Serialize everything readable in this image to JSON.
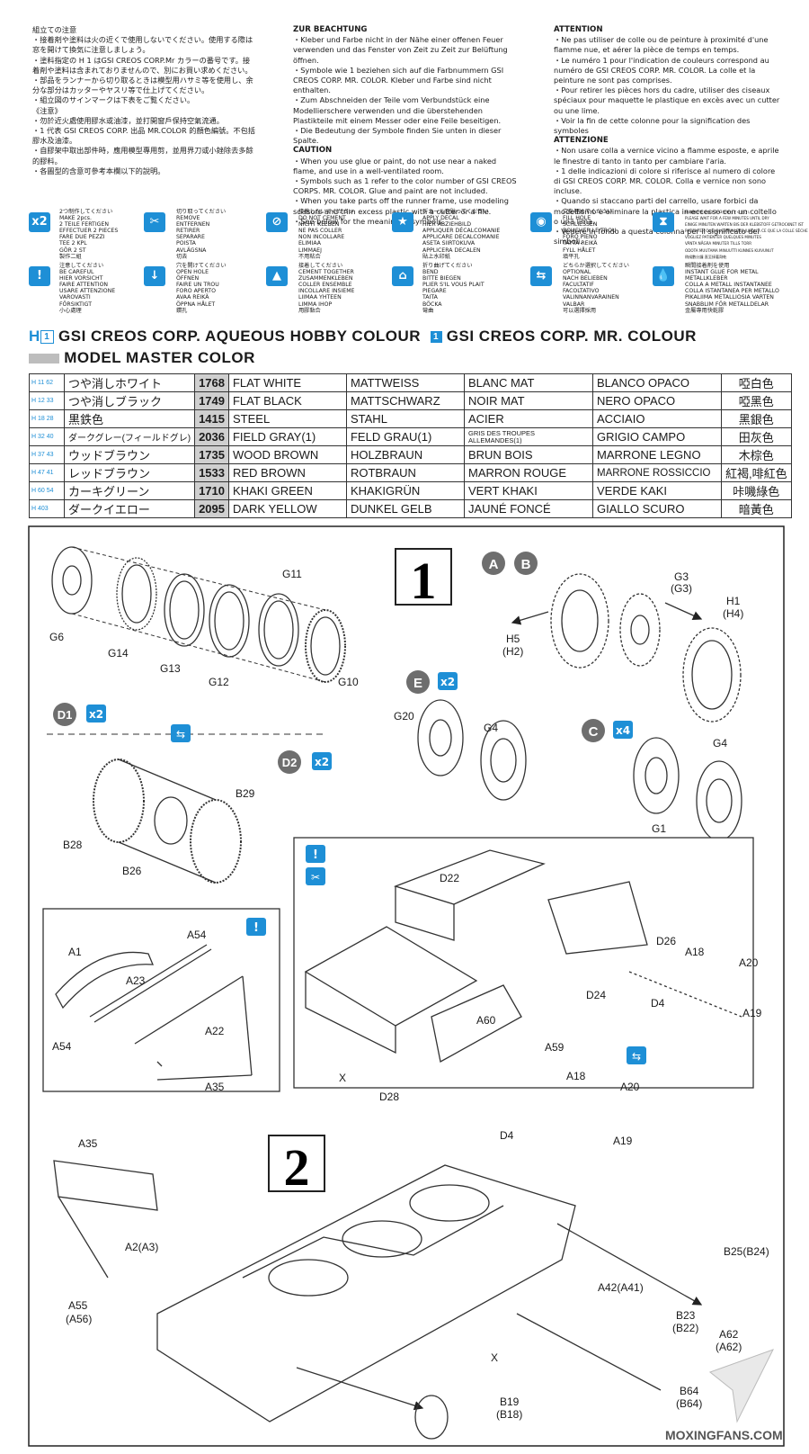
{
  "notes": {
    "ja": [
      "組立ての注意",
      "接着剤や塗料は火の近くで使用しないでください。使用する際は窓を開けて換気に注意しましょう。",
      "塗料指定の H 1 はGSI CREOS CORP.Mr カラーの番号です。接着剤や塗料は含まれておりませんので、別にお買い求めください。",
      "部品をランナーから切り取るときは模型用ハサミ等を使用し、余分な部分はカッターやヤスリ等で仕上げてください。",
      "組立図のサインマークは下表をご覧ください。"
    ],
    "zh": [
      "《注意》",
      "勿於近火處使用膠水或油漆，並打開窗戶保持空氣流通。",
      "1 代表 GSI CREOS CORP. 出品 MR.COLOR 的顏色編號。不包括膠水及油漆。",
      "自膠架中取出部件時，應用模型專用剪，並用界刀或小銼除去多餘的膠料。",
      "各圖型的含意可參考本欄以下的說明。"
    ],
    "de_title": "ZUR BEACHTUNG",
    "de": [
      "Kleber und Farbe nicht in der Nähe einer offenen Feuer verwenden und das Fenster von Zeit zu Zeit zur Belüftung öffnen.",
      "Symbole wie 1 beziehen sich auf die Farbnummern GSI CREOS CORP. MR. COLOR. Kleber und Farbe sind nicht enthalten.",
      "Zum Abschneiden der Teile vom Verbundstück eine Modellierschere verwenden und die überstehenden Plastikteile mit einem Messer oder eine Feile beseitigen.",
      "Die Bedeutung der Symbole finden Sie unten in dieser Spalte."
    ],
    "en_title": "CAUTION",
    "en": [
      "When you use glue or paint, do not use near a naked flame, and use in a well-ventilated room.",
      "Symbols such as 1 refer to the color number of GSI CREOS CORPS. MR. COLOR. Glue and paint are not included.",
      "When you take parts off the runner frame, use modeling scissors and trim excess plastic with a cutter or a file.",
      "See below for the meaning of symbols."
    ],
    "fr_title": "ATTENTION",
    "fr": [
      "Ne pas utiliser de colle ou de peinture à proximité d'une flamme nue, et aérer la pièce de temps en temps.",
      "Le numéro 1 pour l'indication de couleurs correspond au numéro de GSI CREOS CORP. MR. COLOR. La colle et la peinture ne sont pas comprises.",
      "Pour retirer les pièces hors du cadre, utiliser des ciseaux spéciaux pour maquette le plastique en excès avec un cutter ou une lime.",
      "Voir la fin de cette colonne pour la signification des symboles"
    ],
    "it_title": "ATTENZIONE",
    "it": [
      "Non usare colla a vernice vicino a flamme esposte, e aprile le finestre di tanto in tanto per cambiare l'aria.",
      "1 delle indicazioni di colore si riferisce al numero di colore di GSI CREOS CORP. MR. COLOR. Colla e vernice non sono incluse.",
      "Quando si staccano parti del carrello, usare forbici da modellismo e eliminare la plastica in eccesso con un coltello o una lima.",
      "Vedere in fondo a questa colonna per il significato dei simboli."
    ]
  },
  "symbols": [
    {
      "icon": "x2-icon",
      "glyph": "x2",
      "text": "2つ制作してください\nMAKE 2pcs.\n2 TEILE FERTIGEN\nEFFECTUER 2 PIECES\nFARE DUE PEZZI\nTEE 2 KPL\nGÖR 2 ST\n製作二組"
    },
    {
      "icon": "cut-off-icon",
      "glyph": "✂",
      "text": "切り取ってください\nREMOVE\nENTFERNEN\nRETIRER\nSEPARARE\nPOISTA\nAVLÄGSNA\n切去"
    },
    {
      "icon": "no-glue-icon",
      "glyph": "⊘",
      "text": "接着しないでください\nDO NOT CEMENT\nNICHT KLEBEN\nNE PAS COLLER\nNON INCOLLARE\nELIMIAA\nLIMMAEJ\n不用粘合"
    },
    {
      "icon": "decal-icon",
      "glyph": "★",
      "text": "デカールを貼ってください\nAPPLY DECAL\nHIER ABZIEHBILD\nAPPLIQUER DÉCALCOMANIE\nAPPLICARE DECALCOMANIE\nASETA SIIRTOKUVA\nAPPLICERA DECALEN\n貼上水印紙"
    },
    {
      "icon": "drill-hole-icon",
      "glyph": "◉",
      "text": "穴を埋めてください\nFILL HOLE\nSCHLIESSEN\nBOUCHER LE TROU\nFORO PIENO\nTÄYTÄ REIKÄ\nFYLL HÅLET\n填平孔"
    },
    {
      "icon": "wait-icon",
      "glyph": "⧗",
      "text": "接着剤が乾くまで2~3分待ってください\nPLEASE WAIT FOR A FEW MINUTES UNTIL DRY\nEINIGE MINUTEN WARTEN BIS DER KLEBSTOFF GETROCKNET IST\nPATIENTER QUELQUES MINUTES JUSQU'À CE QUE LA COLLE SÈCHE\nVOGLIEZ PATIENTER QUELQUES MINUTES\nVÄNTA NÅGRA MINUTER TILLS TORR\nODOTA MUUTAMA MINUUTTI KUNNES KUIVUNUT\n稍候數分鐘 直至接著劑乾"
    },
    {
      "icon": "careful-icon",
      "glyph": "!",
      "text": "注意してください\nBE CAREFUL\nHIER VORSICHT\nFAIRE ATTENTION\nUSARE ATTENZIONE\nVAROVASTI\nFÖRSIKTIGT\n小心處理"
    },
    {
      "icon": "open-hole-icon",
      "glyph": "↓",
      "text": "穴を開けてください\nOPEN HOLE\nÖFFNEN\nFAIRE UN TROU\nFORO APERTO\nAVAA REIKÄ\nÖPPNA HÅLET\n鑽孔"
    },
    {
      "icon": "cement-icon",
      "glyph": "▲",
      "text": "接着してください\nCEMENT TOGETHER\nZUSAMMENKLEBEN\nCOLLER ENSEMBLE\nINCOLLARE INSIEME\nLIIMAA YHTEEN\nLIMMA IHOP\n用膠黏合"
    },
    {
      "icon": "bend-icon",
      "glyph": "⌂",
      "text": "折り曲げてください\nBEND\nBITTE BIEGEN\nPLIER S'IL VOUS PLAIT\nPIEGARE\nTAITA\nBÖCKA\n彎曲"
    },
    {
      "icon": "optional-icon",
      "glyph": "⇆",
      "text": "どちらか選択してください\nOPTIONAL\nNACH BELIEBEN\nFACULTATIF\nFACOLTATIVO\nVALINNANVARAINEN\nVALBAR\n可以選擇採用"
    },
    {
      "icon": "instant-glue-icon",
      "glyph": "💧",
      "text": "瞬間接着剤を使用\nINSTANT GLUE FOR METAL\nMETALLKLEBER\nCOLLA A METALL INSTANTANEE\nCOLLA ISTANTANEA PER METALLO\nPIKALIIMA METALLIOSIA VARTEN\nSNABBLIM FÖR METALLDELAR\n金屬專用快乾膠"
    }
  ],
  "legend": {
    "h_prefix": "H",
    "box": "1",
    "aqueous": "GSI CREOS CORP. AQUEOUS HOBBY COLOUR",
    "mr": "GSI CREOS CORP. MR. COLOUR",
    "model_master": "MODEL MASTER COLOR"
  },
  "colors": {
    "accent": "#1e8fd6",
    "rule_grey": "#cfcfcf"
  },
  "color_table": [
    {
      "code": "H 11 62",
      "ja": "つや消しホワイト",
      "mm": "1768",
      "en": "FLAT WHITE",
      "de": "MATTWEISS",
      "fr": "BLANC MAT",
      "it": "BLANCO OPACO",
      "zh": "啞白色"
    },
    {
      "code": "H 12 33",
      "ja": "つや消しブラック",
      "mm": "1749",
      "en": "FLAT BLACK",
      "de": "MATTSCHWARZ",
      "fr": "NOIR MAT",
      "it": "NERO OPACO",
      "zh": "啞黑色"
    },
    {
      "code": "H 18 28",
      "ja": "黒鉄色",
      "mm": "1415",
      "en": "STEEL",
      "de": "STAHL",
      "fr": "ACIER",
      "it": "ACCIAIO",
      "zh": "黑銀色"
    },
    {
      "code": "H 32 40",
      "ja": "ダークグレー(フィールドグレ)",
      "mm": "2036",
      "en": "FIELD GRAY(1)",
      "de": "FELD GRAU(1)",
      "fr": "GRIS DES TROUPES ALLEMANDES(1)",
      "it": "GRIGIO CAMPO",
      "zh": "田灰色"
    },
    {
      "code": "H 37 43",
      "ja": "ウッドブラウン",
      "mm": "1735",
      "en": "WOOD BROWN",
      "de": "HOLZBRAUN",
      "fr": "BRUN BOIS",
      "it": "MARRONE LEGNO",
      "zh": "木棕色"
    },
    {
      "code": "H 47 41",
      "ja": "レッドブラウン",
      "mm": "1533",
      "en": "RED BROWN",
      "de": "ROTBRAUN",
      "fr": "MARRON ROUGE",
      "it": "MARRONE ROSSICCIO",
      "zh": "紅褐,啡紅色"
    },
    {
      "code": "H 60 54",
      "ja": "カーキグリーン",
      "mm": "1710",
      "en": "KHAKI GREEN",
      "de": "KHAKIGRÜN",
      "fr": "VERT KHAKI",
      "it": "VERDE KAKI",
      "zh": "咔嘰綠色"
    },
    {
      "code": "H 403",
      "ja": "ダークイエロー",
      "mm": "2095",
      "en": "DARK YELLOW",
      "de": "DUNKEL GELB",
      "fr": "JAUNÉ FONCÉ",
      "it": "GIALLO SCURO",
      "zh": "暗黃色"
    }
  ],
  "step1": {
    "number": "1",
    "variants": [
      "A",
      "B"
    ],
    "labels": {
      "g6": "G6",
      "g14": "G14",
      "g13": "G13",
      "g12": "G12",
      "g11": "G11",
      "g10": "G10",
      "g3": "G3",
      "g3b": "(G3)",
      "h1": "H1",
      "h4": "(H4)",
      "h5": "H5",
      "h2": "(H2)",
      "g20": "G20",
      "g4a": "G4",
      "g4b": "G4",
      "g1": "G1",
      "b29": "B29",
      "b28": "B28",
      "b26": "B26"
    },
    "sub_e": "E",
    "sub_c": "C",
    "sub_d1": "D1",
    "sub_d2": "D2",
    "x2a": "x2",
    "x2b": "x2",
    "x2c": "x2",
    "x4": "x4"
  },
  "step2": {
    "number": "2",
    "inset_left": {
      "a1": "A1",
      "a54a": "A54",
      "a23": "A23",
      "a22": "A22",
      "a54b": "A54",
      "a35": "A35"
    },
    "inset_right": {
      "d22": "D22",
      "x": "X",
      "d28": "D28",
      "a60": "A60",
      "a59": "A59",
      "d4a": "D4",
      "a18a": "A18",
      "a20a": "A20",
      "a19a": "A19",
      "d26": "D26",
      "a18b": "A18",
      "a20b": "A20",
      "d24": "D24",
      "d4b": "D4",
      "a19b": "A19"
    },
    "main": {
      "a35": "A35",
      "a2": "A2(A3)",
      "a55": "A55",
      "a56": "(A56)",
      "x": "X",
      "b19": "B19",
      "b18": "(B18)",
      "b25": "B25(B24)",
      "a42": "A42(A41)",
      "b23": "B23",
      "b22": "(B22)",
      "a62": "A62",
      "a62b": "(A62)",
      "b64": "B64",
      "b64b": "(B64)"
    }
  },
  "watermark": "MOXINGFANS.COM"
}
